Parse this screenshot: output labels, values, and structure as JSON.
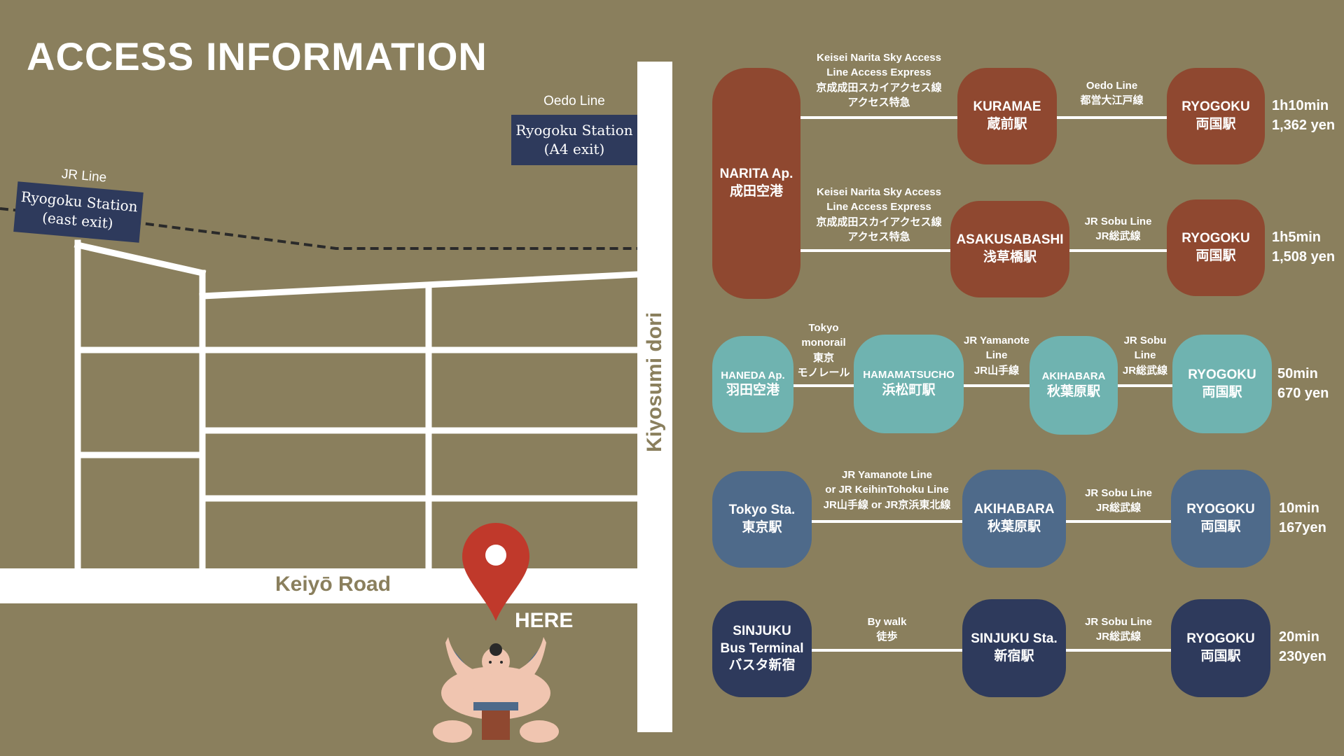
{
  "title": "ACCESS INFORMATION",
  "map": {
    "oedo_line_label": "Oedo Line",
    "oedo_station": [
      "Ryogoku Station",
      "(A4 exit)"
    ],
    "jr_line_label": "JR Line",
    "jr_station": [
      "Ryogoku Station",
      "(east exit)"
    ],
    "street_label": "Kiyosumi dori",
    "road_label": "Keiyō Road",
    "here_label": "HERE",
    "pin_color": "#c0392b"
  },
  "colors": {
    "background": "#8a7f5d",
    "narita": "#8f4830",
    "haneda": "#6fb3b0",
    "tokyo": "#4e6a8a",
    "shinjuku": "#2e3a5c"
  },
  "routes": {
    "narita": {
      "origin": {
        "en": "NARITA Ap.",
        "ja": "成田空港"
      },
      "r1": {
        "cap1": [
          "Keisei Narita Sky Access",
          "Line Access Express",
          "京成成田スカイアクセス線",
          "アクセス特急"
        ],
        "mid": {
          "en": "KURAMAE",
          "ja": "蔵前駅"
        },
        "cap2": [
          "Oedo Line",
          "都営大江戸線"
        ],
        "dest": {
          "en": "RYOGOKU",
          "ja": "両国駅"
        },
        "time": "1h10min",
        "fare": "1,362 yen"
      },
      "r2": {
        "cap1": [
          "Keisei Narita Sky Access",
          "Line Access Express",
          "京成成田スカイアクセス線",
          "アクセス特急"
        ],
        "mid": {
          "en": "ASAKUSABASHI",
          "ja": "浅草橋駅"
        },
        "cap2": [
          "JR Sobu Line",
          "JR総武線"
        ],
        "dest": {
          "en": "RYOGOKU",
          "ja": "両国駅"
        },
        "time": "1h5min",
        "fare": "1,508 yen"
      }
    },
    "haneda": {
      "origin": {
        "en": "HANEDA Ap.",
        "ja": "羽田空港"
      },
      "cap1": [
        "Tokyo",
        "monorail",
        "東京",
        "モノレール"
      ],
      "mid1": {
        "en": "HAMAMATSUCHO",
        "ja": "浜松町駅"
      },
      "cap2": [
        "JR Yamanote",
        "Line",
        "JR山手線"
      ],
      "mid2": {
        "en": "AKIHABARA",
        "ja": "秋葉原駅"
      },
      "cap3": [
        "JR Sobu",
        "Line",
        "JR総武線"
      ],
      "dest": {
        "en": "RYOGOKU",
        "ja": "両国駅"
      },
      "time": "50min",
      "fare": "670 yen"
    },
    "tokyo": {
      "origin": {
        "en": "Tokyo Sta.",
        "ja": "東京駅"
      },
      "cap1": [
        "JR Yamanote Line",
        "or JR KeihinTohoku Line",
        "JR山手線 or JR京浜東北線"
      ],
      "mid": {
        "en": "AKIHABARA",
        "ja": "秋葉原駅"
      },
      "cap2": [
        "JR Sobu Line",
        "JR総武線"
      ],
      "dest": {
        "en": "RYOGOKU",
        "ja": "両国駅"
      },
      "time": "10min",
      "fare": "167yen"
    },
    "shinjuku": {
      "origin": {
        "line1": "SINJUKU",
        "line2": "Bus Terminal",
        "line3": "バスタ新宿"
      },
      "cap1": [
        "By walk",
        "徒歩"
      ],
      "mid": {
        "en": "SINJUKU Sta.",
        "ja": "新宿駅"
      },
      "cap2": [
        "JR Sobu Line",
        "JR総武線"
      ],
      "dest": {
        "en": "RYOGOKU",
        "ja": "両国駅"
      },
      "time": "20min",
      "fare": "230yen"
    }
  }
}
